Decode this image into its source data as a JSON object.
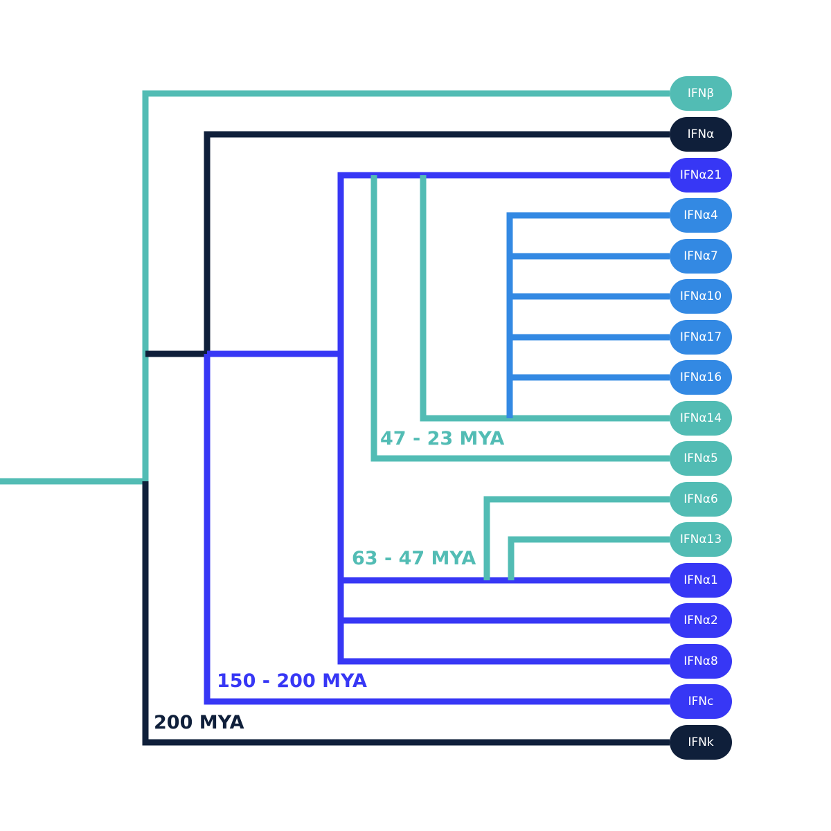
{
  "colors": {
    "teal": "#52bcb4",
    "navy": "#0f1f3a",
    "blue": "#3737f5",
    "sky": "#3389e3"
  },
  "leaves": [
    {
      "label": "IFNβ",
      "color": "teal"
    },
    {
      "label": "IFNα",
      "color": "navy"
    },
    {
      "label": "IFNα21",
      "color": "blue"
    },
    {
      "label": "IFNα4",
      "color": "sky"
    },
    {
      "label": "IFNα7",
      "color": "sky"
    },
    {
      "label": "IFNα10",
      "color": "sky"
    },
    {
      "label": "IFNα17",
      "color": "sky"
    },
    {
      "label": "IFNα16",
      "color": "sky"
    },
    {
      "label": "IFNα14",
      "color": "teal"
    },
    {
      "label": "IFNα5",
      "color": "teal"
    },
    {
      "label": "IFNα6",
      "color": "teal"
    },
    {
      "label": "IFNα13",
      "color": "teal"
    },
    {
      "label": "IFNα1",
      "color": "blue"
    },
    {
      "label": "IFNα2",
      "color": "blue"
    },
    {
      "label": "IFNα8",
      "color": "blue"
    },
    {
      "label": "IFNc",
      "color": "blue"
    },
    {
      "label": "IFNk",
      "color": "navy"
    }
  ],
  "eras": [
    {
      "label": "47 - 23 MYA",
      "color": "teal"
    },
    {
      "label": "63 - 47 MYA",
      "color": "teal"
    },
    {
      "label": "150 - 200 MYA",
      "color": "blue"
    },
    {
      "label": "200 MYA",
      "color": "navy"
    }
  ]
}
